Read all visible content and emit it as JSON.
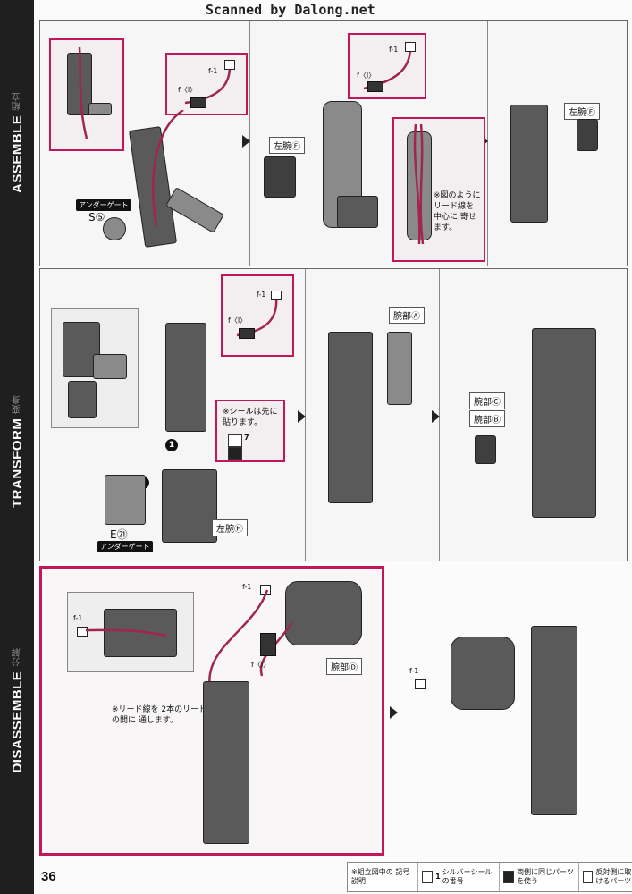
{
  "banner": "Scanned by Dalong.net",
  "page_number": "36",
  "sidebar": {
    "assemble": {
      "en": "ASSEMBLE",
      "jp": "組立"
    },
    "transform": {
      "en": "TRANSFORM",
      "jp": "変身"
    },
    "disassemble": {
      "en": "DISASSEMBLE",
      "jp": "分解"
    }
  },
  "panel1": {
    "wire_f1_a": "f-1",
    "wire_fi_a": "f〈I〉",
    "under_gate": "アンダーゲート",
    "part_s5": "S⑤",
    "left_arm_e": "左腕Ⓔ",
    "wire_f1_b": "f-1",
    "wire_fi_b": "f〈I〉",
    "note": "※図のように リード線を 中心に 寄せます。",
    "left_arm_f": "左腕Ⓕ"
  },
  "panel2": {
    "wire_f1": "f-1",
    "wire_fi": "f〈I〉",
    "seal_note": "※シールは先に 貼ります。",
    "seal_num": "7",
    "step1": "1",
    "step2": "2",
    "part_e21": "E㉑",
    "under_gate": "アンダーゲート",
    "left_arm_h": "左腕Ⓗ",
    "arm_a": "腕部Ⓐ",
    "arm_c": "腕部Ⓒ",
    "arm_b": "腕部Ⓑ"
  },
  "panel3": {
    "wire_f1_top": "f-1",
    "wire_f1_inset": "f-1",
    "wire_fi": "f〈I〉",
    "arm_d": "腕部Ⓓ",
    "note": "※リード線を 2本のリード線の間に 通します。",
    "wire_f1_right": "f-1"
  },
  "legend": {
    "item1": "※組立図中の 記号説明",
    "item2_num": "1",
    "item2": "シルバーシール の番号",
    "item3": "両側に同じパーツ を使う",
    "item4": "反対側に取り 付けるパーツ"
  },
  "colors": {
    "accent": "#c2185b",
    "sidebar": "#1f1f1f",
    "wire": "#a0264d"
  }
}
